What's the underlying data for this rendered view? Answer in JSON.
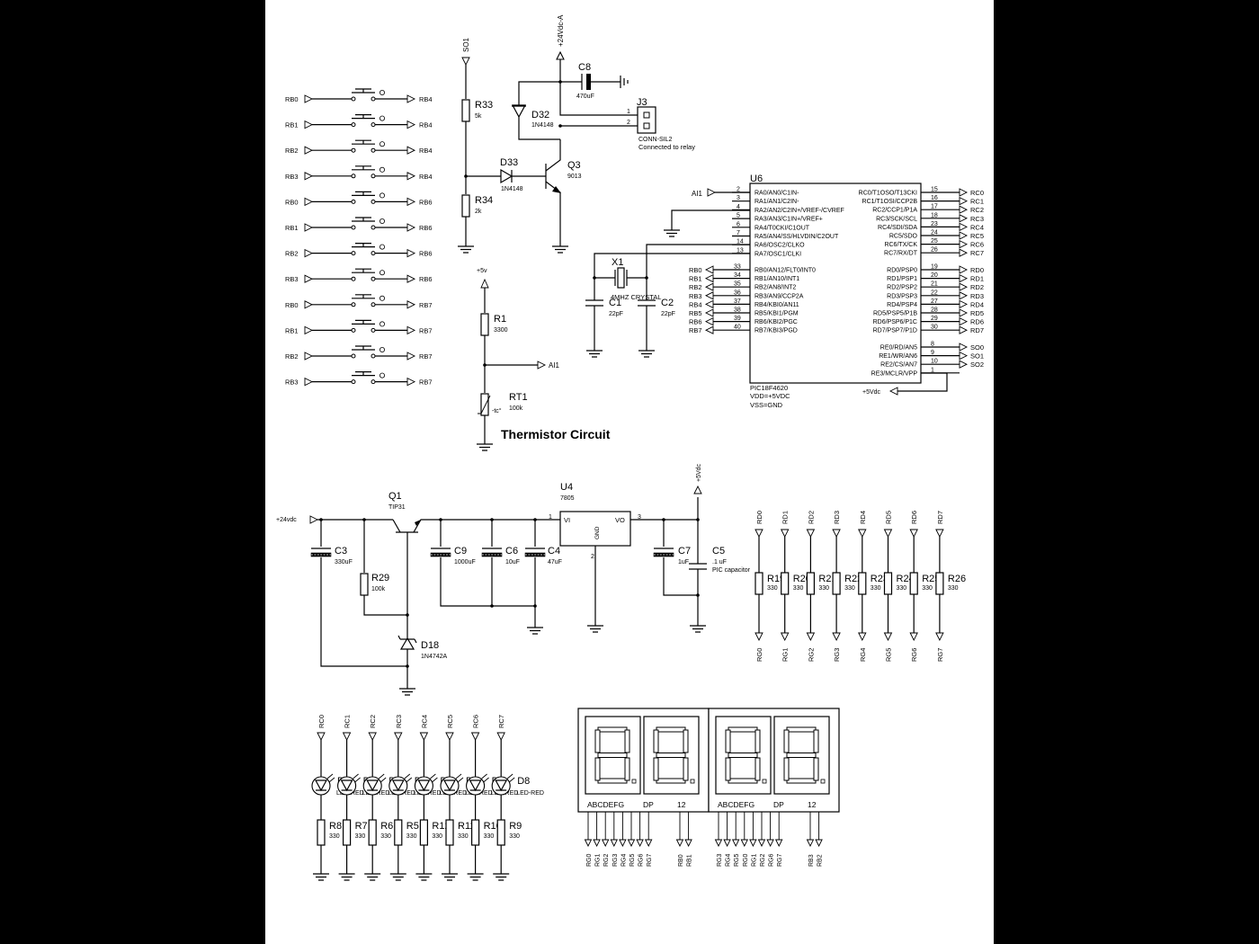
{
  "switches": {
    "rows": [
      {
        "left": "RB0",
        "right": "RB4"
      },
      {
        "left": "RB1",
        "right": "RB4"
      },
      {
        "left": "RB2",
        "right": "RB4"
      },
      {
        "left": "RB3",
        "right": "RB4"
      },
      {
        "left": "RB0",
        "right": "RB6"
      },
      {
        "left": "RB1",
        "right": "RB6"
      },
      {
        "left": "RB2",
        "right": "RB6"
      },
      {
        "left": "RB3",
        "right": "RB6"
      },
      {
        "left": "RB0",
        "right": "RB7"
      },
      {
        "left": "RB1",
        "right": "RB7"
      },
      {
        "left": "RB2",
        "right": "RB7"
      },
      {
        "left": "RB3",
        "right": "RB7"
      }
    ]
  },
  "relay": {
    "so1": "SO1",
    "supply": "+24Vdc-A",
    "r33": "R33",
    "r33v": "5k",
    "r34": "R34",
    "r34v": "2k",
    "d32": "D32",
    "d32v": "1N4148",
    "d33": "D33",
    "d33v": "1N4148",
    "q3": "Q3",
    "q3v": "9013",
    "c8": "C8",
    "c8v": "470uF",
    "j3": "J3",
    "j3v": "CONN-SIL2",
    "j3note": "Connected to relay",
    "pin1": "1",
    "pin2": "2"
  },
  "thermistor": {
    "v5": "+5v",
    "r1": "R1",
    "r1v": "3300",
    "ai1": "AI1",
    "rt1": "RT1",
    "rt1v": "100k",
    "tc": "-tc°",
    "title": "Thermistor Circuit"
  },
  "mcu": {
    "ref": "U6",
    "part": "PIC18F4620",
    "vdd": "VDD=+5VDC",
    "vss": "VSS=GND",
    "ai1": "AI1",
    "v5": "+5Vdc",
    "x1": "X1",
    "x1v": "4MHZ CRYSTAL",
    "c1": "C1",
    "c1v": "22pF",
    "c2": "C2",
    "c2v": "22pF",
    "left_pins": [
      {
        "num": "2",
        "name": "RA0/AN0/C1IN-"
      },
      {
        "num": "3",
        "name": "RA1/AN1/C2IN-"
      },
      {
        "num": "4",
        "name": "RA2/AN2/C2IN+/VREF-/CVREF"
      },
      {
        "num": "5",
        "name": "RA3/AN3/C1IN+/VREF+"
      },
      {
        "num": "6",
        "name": "RA4/T0CKI/C1OUT"
      },
      {
        "num": "7",
        "name": "RA5/AN4/SS/HLVDIN/C2OUT"
      },
      {
        "num": "14",
        "name": "RA6/OSC2/CLKO"
      },
      {
        "num": "13",
        "name": "RA7/OSC1/CLKI"
      }
    ],
    "portb_pins": [
      {
        "num": "33",
        "name": "RB0/AN12/FLT0/INT0",
        "net": "RB0"
      },
      {
        "num": "34",
        "name": "RB1/AN10/INT1",
        "net": "RB1"
      },
      {
        "num": "35",
        "name": "RB2/AN8/INT2",
        "net": "RB2"
      },
      {
        "num": "36",
        "name": "RB3/AN9/CCP2A",
        "net": "RB3"
      },
      {
        "num": "37",
        "name": "RB4/KBI0/AN11",
        "net": "RB4"
      },
      {
        "num": "38",
        "name": "RB5/KBI1/PGM",
        "net": "RB5"
      },
      {
        "num": "39",
        "name": "RB6/KBI2/PGC",
        "net": "RB6"
      },
      {
        "num": "40",
        "name": "RB7/KBI3/PGD",
        "net": "RB7"
      }
    ],
    "portc_pins": [
      {
        "num": "15",
        "name": "RC0/T1OSO/T13CKI",
        "net": "RC0"
      },
      {
        "num": "16",
        "name": "RC1/T1OSI/CCP2B",
        "net": "RC1"
      },
      {
        "num": "17",
        "name": "RC2/CCP1/P1A",
        "net": "RC2"
      },
      {
        "num": "18",
        "name": "RC3/SCK/SCL",
        "net": "RC3"
      },
      {
        "num": "23",
        "name": "RC4/SDI/SDA",
        "net": "RC4"
      },
      {
        "num": "24",
        "name": "RC5/SDO",
        "net": "RC5"
      },
      {
        "num": "25",
        "name": "RC6/TX/CK",
        "net": "RC6"
      },
      {
        "num": "26",
        "name": "RC7/RX/DT",
        "net": "RC7"
      }
    ],
    "portd_pins": [
      {
        "num": "19",
        "name": "RD0/PSP0",
        "net": "RD0"
      },
      {
        "num": "20",
        "name": "RD1/PSP1",
        "net": "RD1"
      },
      {
        "num": "21",
        "name": "RD2/PSP2",
        "net": "RD2"
      },
      {
        "num": "22",
        "name": "RD3/PSP3",
        "net": "RD3"
      },
      {
        "num": "27",
        "name": "RD4/PSP4",
        "net": "RD4"
      },
      {
        "num": "28",
        "name": "RD5/PSP5/P1B",
        "net": "RD5"
      },
      {
        "num": "29",
        "name": "RD6/PSP6/P1C",
        "net": "RD6"
      },
      {
        "num": "30",
        "name": "RD7/PSP7/P1D",
        "net": "RD7"
      }
    ],
    "porte_pins": [
      {
        "num": "8",
        "name": "RE0/RD/AN5",
        "net": "SO0"
      },
      {
        "num": "9",
        "name": "RE1/WR/AN6",
        "net": "SO1"
      },
      {
        "num": "10",
        "name": "RE2/CS/AN7",
        "net": "SO2"
      },
      {
        "num": "1",
        "name": "RE3/MCLR/VPP",
        "net": ""
      }
    ]
  },
  "power": {
    "in": "+24vdc",
    "q1": "Q1",
    "q1v": "TIP31",
    "u4": "U4",
    "u4v": "7805",
    "vi": "VI",
    "vo": "VO",
    "gnd": "GND",
    "p1": "1",
    "p2": "2",
    "p3": "3",
    "v5": "+5Vdc",
    "c3": "C3",
    "c3v": "330uF",
    "r29": "R29",
    "r29v": "100k",
    "d18": "D18",
    "d18v": "1N4742A",
    "c9": "C9",
    "c9v": "1000uF",
    "c6": "C6",
    "c6v": "10uF",
    "c4": "C4",
    "c4v": "47uF",
    "c7": "C7",
    "c7v": "1uF",
    "c5": "C5",
    "c5v": ".1 uF",
    "c5note": "PIC capacitor"
  },
  "seg_resistors": [
    {
      "top": "RD0",
      "ref": "R19",
      "val": "330",
      "bottom": "RG0"
    },
    {
      "top": "RD1",
      "ref": "R20",
      "val": "330",
      "bottom": "RG1"
    },
    {
      "top": "RD2",
      "ref": "R21",
      "val": "330",
      "bottom": "RG2"
    },
    {
      "top": "RD3",
      "ref": "R22",
      "val": "330",
      "bottom": "RG3"
    },
    {
      "top": "RD4",
      "ref": "R23",
      "val": "330",
      "bottom": "RG4"
    },
    {
      "top": "RD5",
      "ref": "R24",
      "val": "330",
      "bottom": "RG5"
    },
    {
      "top": "RD6",
      "ref": "R25",
      "val": "330",
      "bottom": "RG6"
    },
    {
      "top": "RD7",
      "ref": "R26",
      "val": "330",
      "bottom": "RG7"
    }
  ],
  "leds": [
    {
      "net": "RC0",
      "ref": "D1",
      "part": "LED-RED",
      "res": "R8",
      "val": "330"
    },
    {
      "net": "RC1",
      "ref": "D2",
      "part": "LED-RED",
      "res": "R7",
      "val": "330"
    },
    {
      "net": "RC2",
      "ref": "D3",
      "part": "LED-RED",
      "res": "R6",
      "val": "330"
    },
    {
      "net": "RC3",
      "ref": "D4",
      "part": "LED-RED",
      "res": "R5",
      "val": "330"
    },
    {
      "net": "RC4",
      "ref": "D5",
      "part": "LED-RED",
      "res": "R12",
      "val": "330"
    },
    {
      "net": "RC5",
      "ref": "D6",
      "part": "LED-RED",
      "res": "R11",
      "val": "330"
    },
    {
      "net": "RC6",
      "ref": "D7",
      "part": "LED-RED",
      "res": "R10",
      "val": "330"
    },
    {
      "net": "RC7",
      "ref": "D8",
      "part": "LED-RED",
      "res": "R9",
      "val": "330"
    }
  ],
  "displays": [
    {
      "pin_labels": {
        "seg": "ABCDEFG",
        "dp": "DP",
        "com": "12"
      },
      "seg_nets": [
        "RG0",
        "RG1",
        "RG2",
        "RG3",
        "RG4",
        "RG5",
        "RG6",
        "RG7"
      ],
      "com_nets": [
        "RB0",
        "RB1"
      ]
    },
    {
      "pin_labels": {
        "seg": "ABCDEFG",
        "dp": "DP",
        "com": "12"
      },
      "seg_nets": [
        "RG3",
        "RG4",
        "RG5",
        "RG0",
        "RG1",
        "RG2",
        "RG6",
        "RG7"
      ],
      "com_nets": [
        "RB3",
        "RB2"
      ]
    }
  ]
}
